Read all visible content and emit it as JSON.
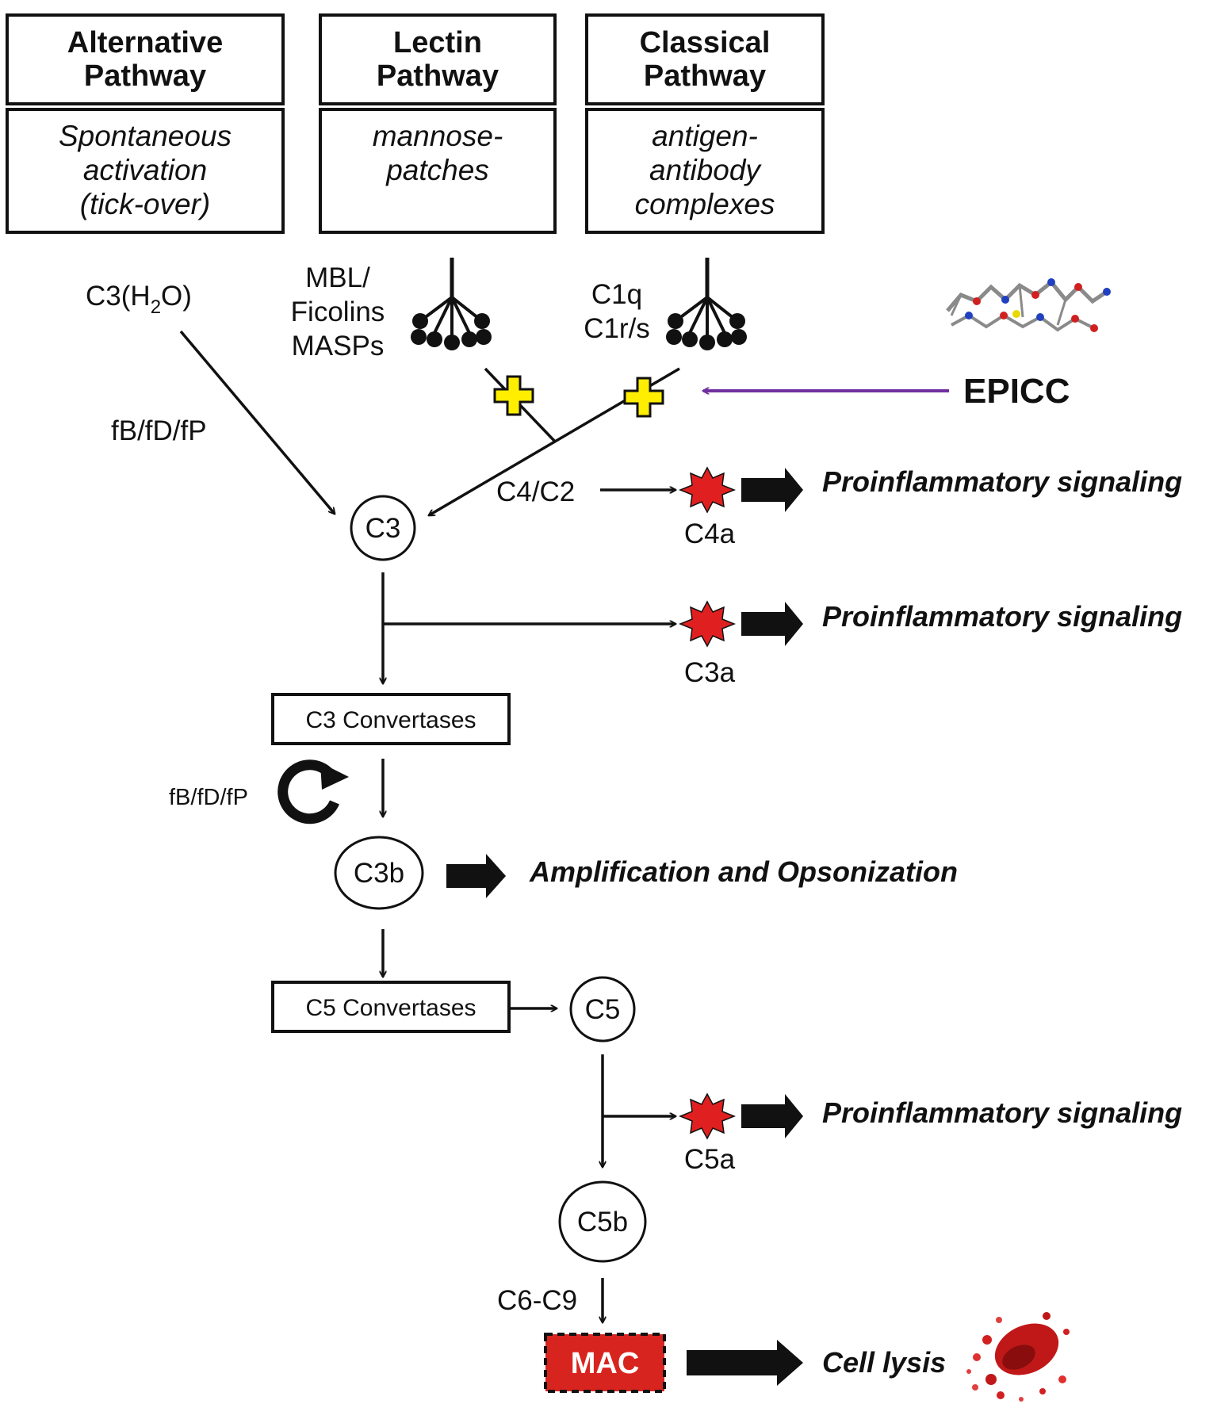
{
  "pathways": [
    {
      "title_line1": "Alternative",
      "title_line2": "Pathway",
      "trigger": [
        "Spontaneous",
        "activation",
        "(tick-over)"
      ]
    },
    {
      "title_line1": "Lectin",
      "title_line2": "Pathway",
      "trigger": [
        "mannose-",
        "patches"
      ]
    },
    {
      "title_line1": "Classical",
      "title_line2": "Pathway",
      "trigger": [
        "antigen-",
        "antibody",
        "complexes"
      ]
    }
  ],
  "initiators": {
    "alternative": {
      "main": "C3(H",
      "sub": "2",
      "tail": "O)"
    },
    "lectin": [
      "MBL/",
      "Ficolins",
      "MASPs"
    ],
    "classical": [
      "C1q",
      "C1r/s"
    ]
  },
  "labels": {
    "fb_top": "fB/fD/fP",
    "fb_loop": "fB/fD/fP",
    "c4c2": "C4/C2",
    "c6c9": "C6-C9"
  },
  "inhibitor": {
    "name": "EPICC",
    "color": "#7030a0"
  },
  "nodes": {
    "c3": "C3",
    "c3b": "C3b",
    "c5": "C5",
    "c5b": "C5b",
    "c4a": "C4a",
    "c3a": "C3a",
    "c5a": "C5a"
  },
  "boxes": {
    "c3_convertases": "C3 Convertases",
    "c5_convertases": "C5 Convertases",
    "mac": "MAC"
  },
  "outcomes": {
    "c4a": "Proinflammatory signaling",
    "c3a": "Proinflammatory signaling",
    "c5a": "Proinflammatory signaling",
    "c3b": "Amplification and Opsonization",
    "mac": "Cell lysis"
  },
  "colors": {
    "anaphylatoxin": "#e02020",
    "inhibition_cross": "#ffee00",
    "mac_fill": "#d8241f"
  }
}
